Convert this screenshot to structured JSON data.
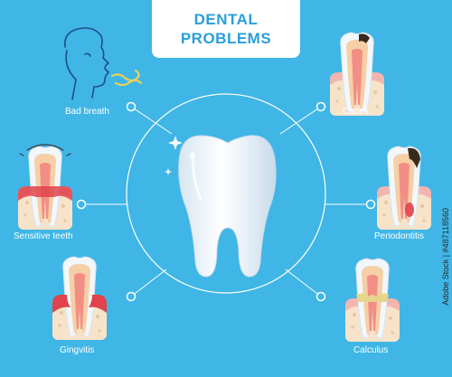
{
  "title": {
    "line1": "DENTAL",
    "line2": "PROBLEMS"
  },
  "labels": {
    "bad_breath": "Bad breath",
    "sensitive_teeth": "Sensitive teeth",
    "gingvitis": "Gingvitis",
    "caries": "Caries",
    "periodontitis": "Periodontitis",
    "calculus": "Calculus"
  },
  "watermark": "Adobe Stock | #487118560",
  "colors": {
    "background": "#3fb6e6",
    "title_text": "#2a9fd8",
    "line": "#ffffff",
    "gum": "#f4d7c2",
    "gum_inflamed": "#e0434b",
    "enamel": "#eef5fb",
    "pulp": "#f39a8a"
  }
}
